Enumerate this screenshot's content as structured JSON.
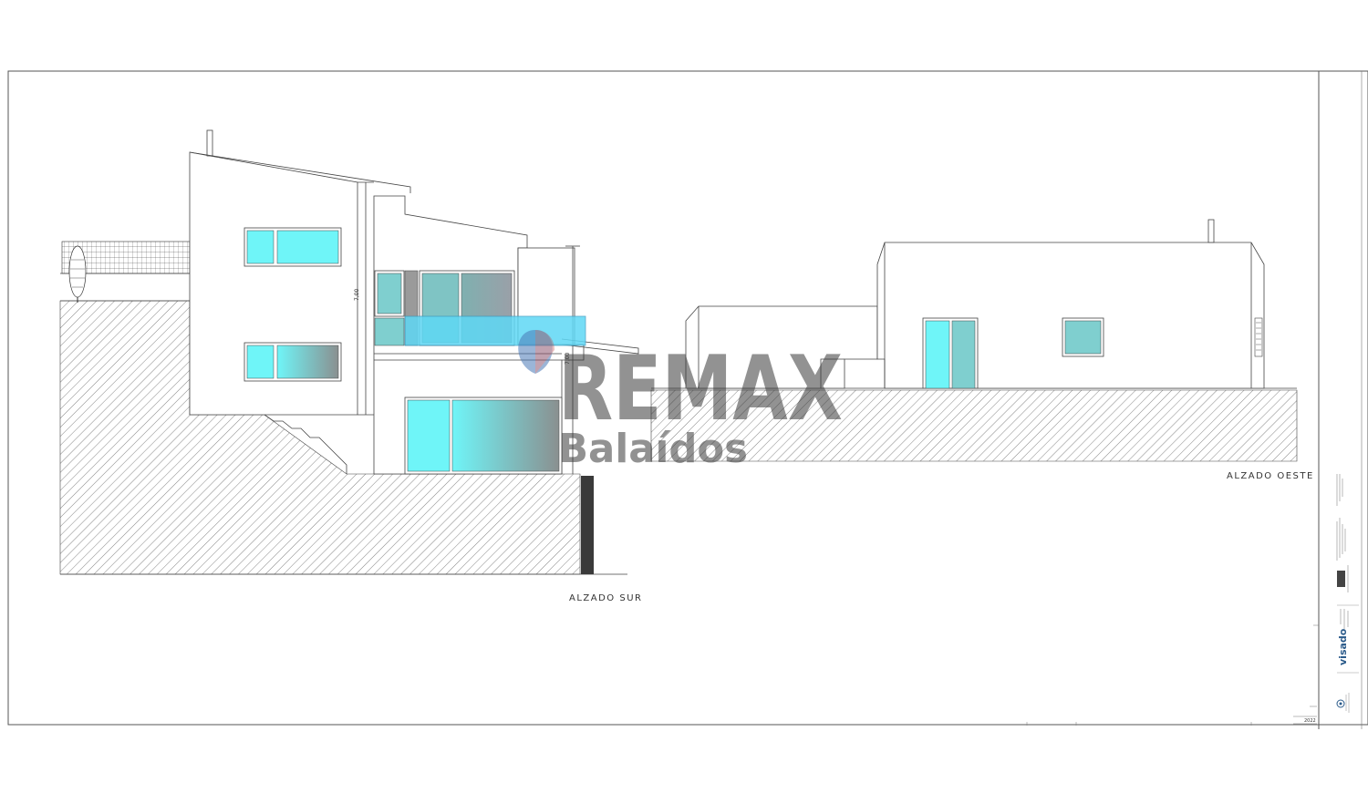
{
  "labels": {
    "south_elevation": "ALZADO SUR",
    "west_elevation": "ALZADO OESTE",
    "dim_main": "7,00",
    "dim_side": "7,00"
  },
  "watermark": {
    "brand": "REMAX",
    "office": "Balaídos"
  },
  "title_block": {
    "stamp": "visado",
    "year": "2022"
  },
  "colors": {
    "glass": "#6fe6ee",
    "glass_dark": "#8a9aa0",
    "balcony": "#5fd8f5",
    "line": "#444444",
    "watermark": "#3a3a3a"
  }
}
